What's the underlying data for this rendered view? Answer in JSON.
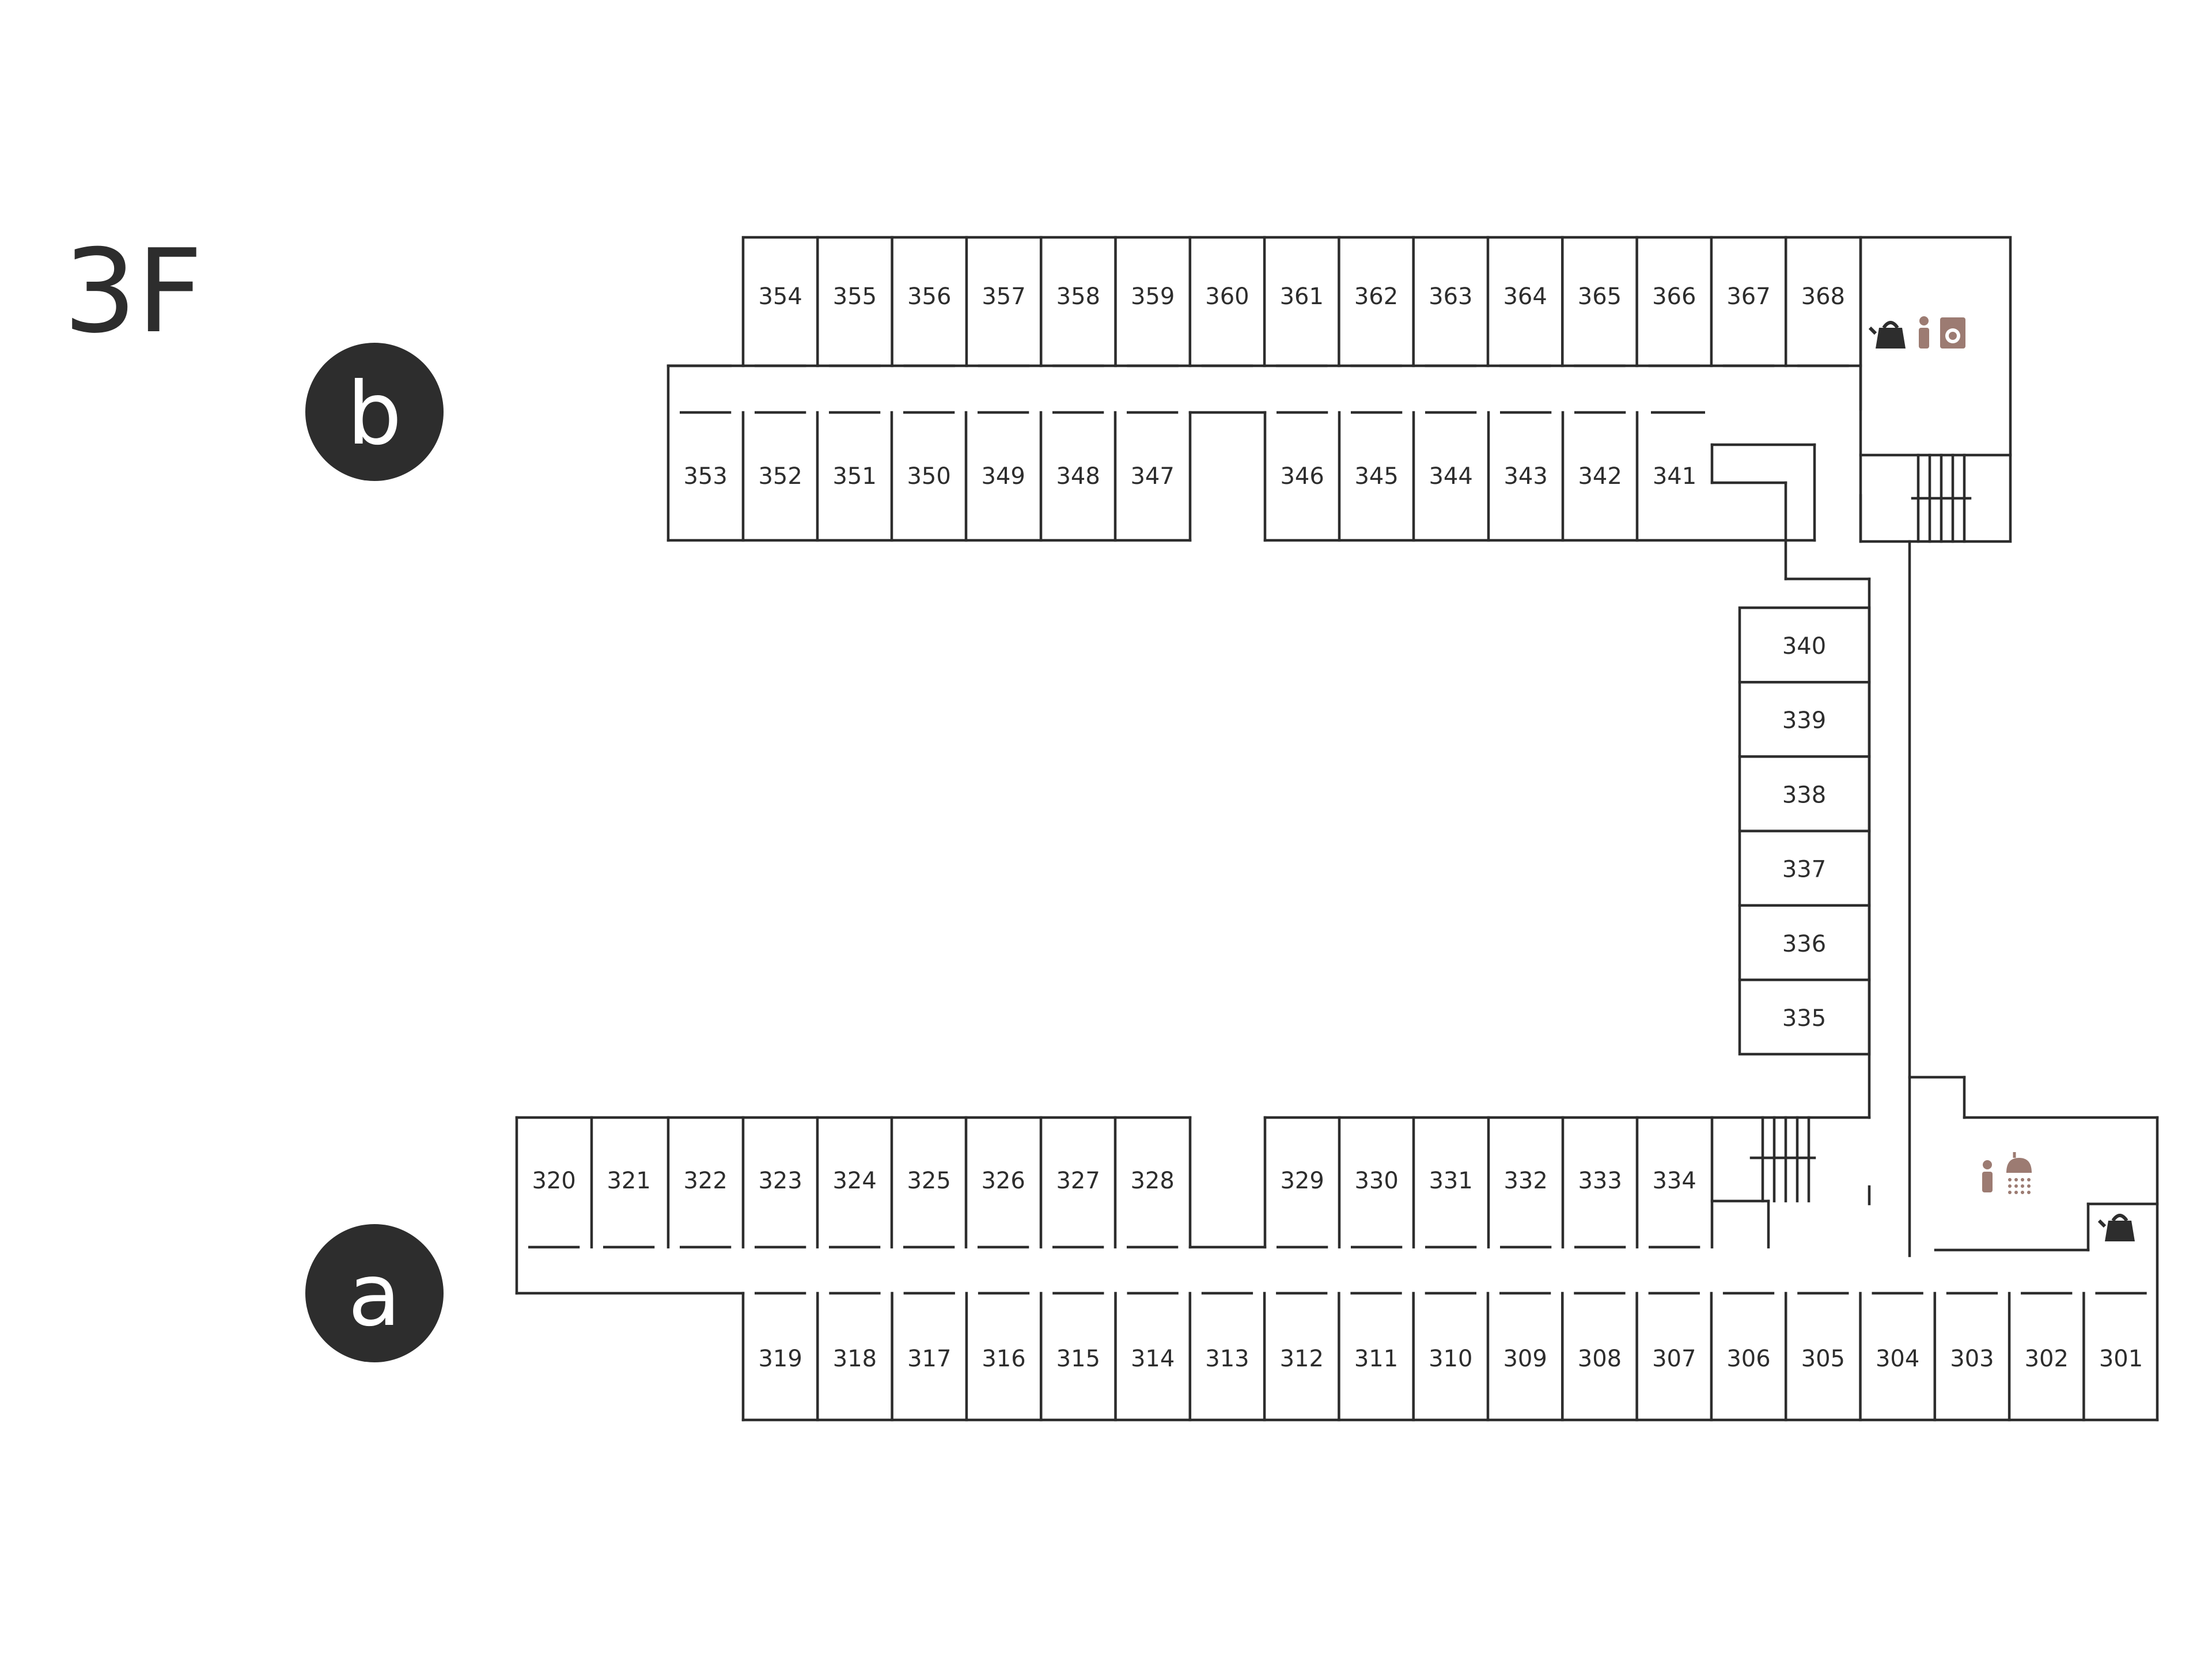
{
  "floor": {
    "label": "3F"
  },
  "wings": [
    {
      "id": "b",
      "label": "b",
      "badge_color": "#2d2d2d"
    },
    {
      "id": "a",
      "label": "a",
      "badge_color": "#2d2d2d"
    }
  ],
  "colors": {
    "line": "#2d2d2d",
    "amenity": "#9c7b72",
    "background": "#ffffff"
  },
  "rooms": {
    "b_north": [
      "354",
      "355",
      "356",
      "357",
      "358",
      "359",
      "360",
      "361",
      "362",
      "363",
      "364",
      "365",
      "366",
      "367",
      "368"
    ],
    "b_south": [
      "353",
      "352",
      "351",
      "350",
      "349",
      "348",
      "347",
      "346",
      "345",
      "344",
      "343",
      "342",
      "341"
    ],
    "east": [
      "340",
      "339",
      "338",
      "337",
      "336",
      "335"
    ],
    "a_north": [
      "320",
      "321",
      "322",
      "323",
      "324",
      "325",
      "326",
      "327",
      "328",
      "329",
      "330",
      "331",
      "332",
      "333",
      "334"
    ],
    "a_south": [
      "319",
      "318",
      "317",
      "316",
      "315",
      "314",
      "313",
      "312",
      "311",
      "310",
      "309",
      "308",
      "307",
      "306",
      "305",
      "304",
      "303",
      "302",
      "301"
    ]
  },
  "amenities": [
    {
      "wing": "b",
      "icons": [
        "kettle-icon",
        "vending-icon",
        "washing-machine-icon"
      ]
    },
    {
      "wing": "a",
      "icons": [
        "vending-icon",
        "shower-icon",
        "kettle-icon"
      ]
    }
  ]
}
